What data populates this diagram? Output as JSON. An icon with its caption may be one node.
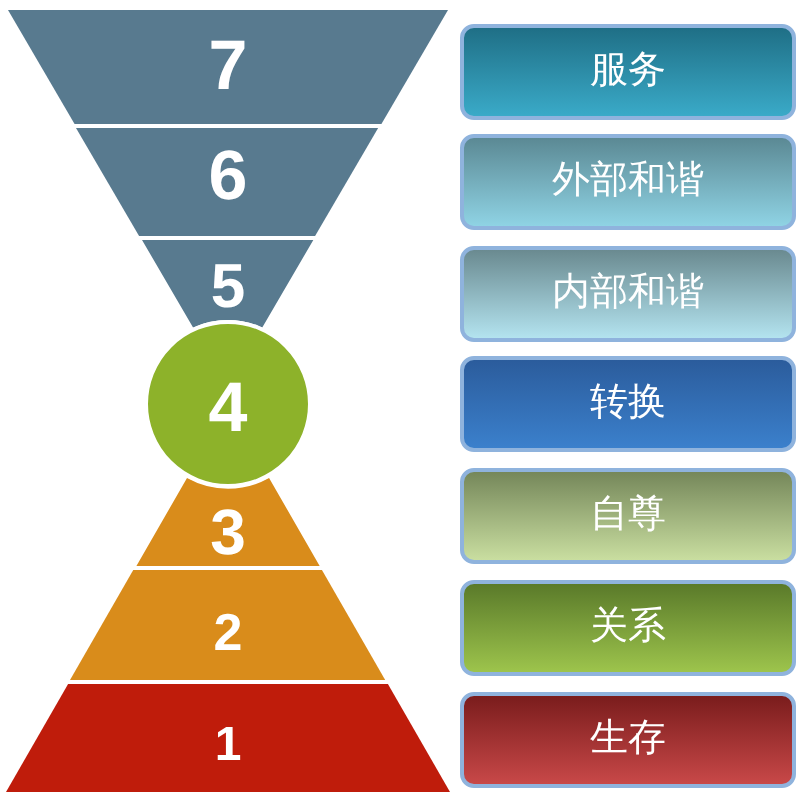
{
  "diagram": {
    "nodes": [
      {
        "text": [
          "7"
        ]
      },
      {
        "text": [
          "6"
        ]
      },
      {
        "text": [
          "5"
        ]
      },
      {
        "text": [
          "4"
        ]
      },
      {
        "text": [
          "3"
        ]
      },
      {
        "text": [
          "2"
        ]
      },
      {
        "text": [
          "1"
        ]
      },
      {
        "text": [
          "服务"
        ]
      },
      {
        "text": [
          "外部和谐"
        ]
      },
      {
        "text": [
          "内部和谐"
        ]
      },
      {
        "text": [
          "转换"
        ]
      },
      {
        "text": [
          "自尊"
        ]
      },
      {
        "text": [
          "关系"
        ]
      },
      {
        "text": [
          "生存"
        ]
      }
    ]
  }
}
